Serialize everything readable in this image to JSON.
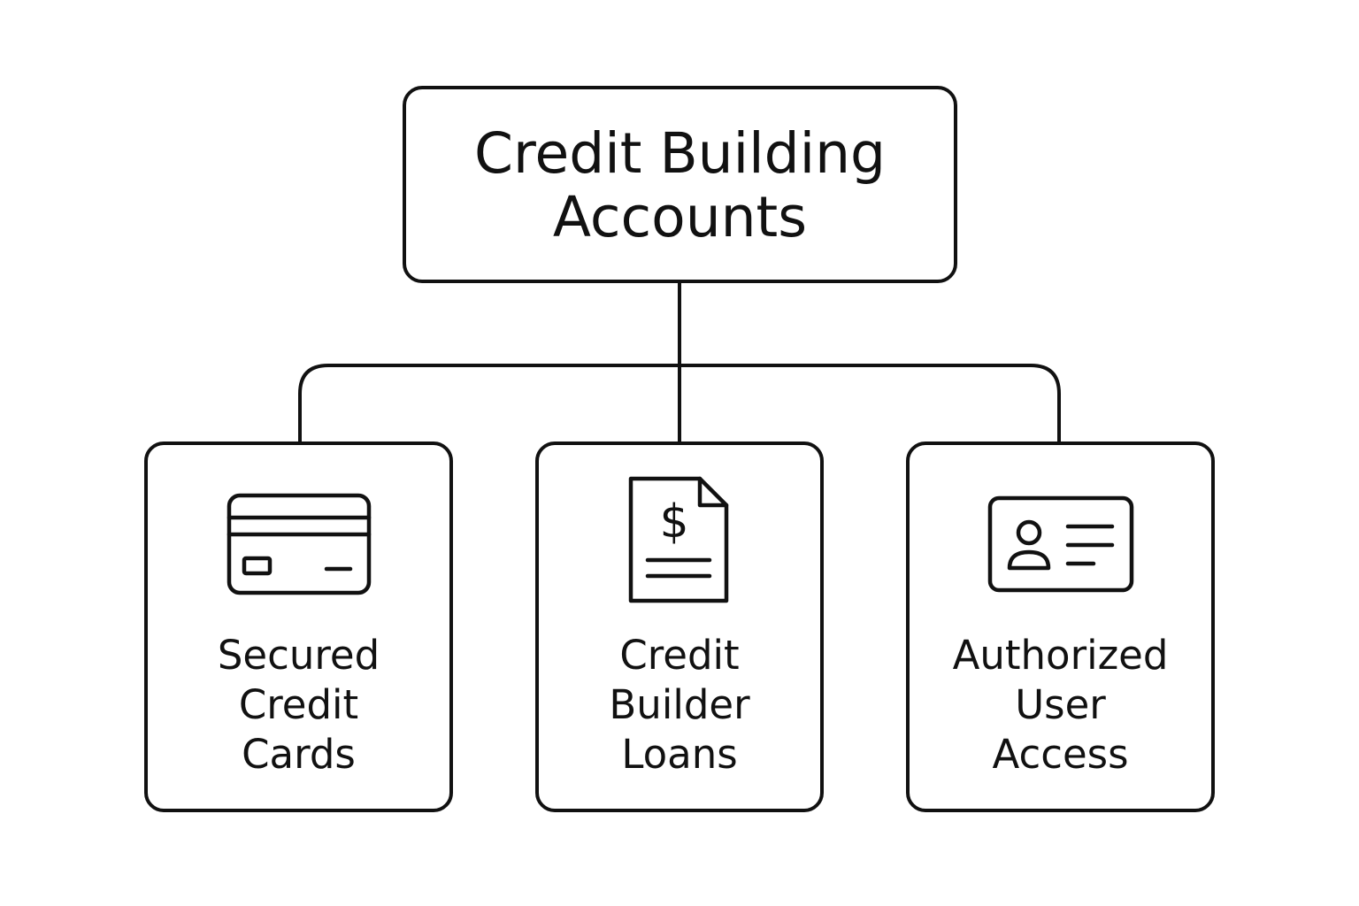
{
  "diagram": {
    "root": {
      "title_line1": "Credit Building",
      "title_line2": "Accounts"
    },
    "children": [
      {
        "icon": "credit-card-icon",
        "label_lines": [
          "Secured",
          "Credit",
          "Cards"
        ]
      },
      {
        "icon": "dollar-document-icon",
        "label_lines": [
          "Credit",
          "Builder",
          "Loans"
        ],
        "icon_glyph": "$"
      },
      {
        "icon": "id-card-icon",
        "label_lines": [
          "Authorized",
          "User",
          "Access"
        ]
      }
    ],
    "colors": {
      "stroke": "#111111",
      "background": "#ffffff"
    }
  }
}
